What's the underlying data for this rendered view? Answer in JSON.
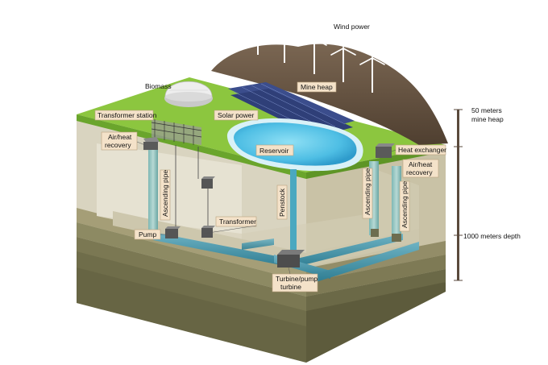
{
  "labels": {
    "wind_power": "Wind power",
    "mine_heap": "Mine heap",
    "biomass": "Biomass",
    "transformer_station": "Transformer station",
    "solar_power": "Solar power",
    "air_heat_recovery_left": [
      "Air/heat",
      "recovery"
    ],
    "reservoir": "Reservoir",
    "heat_exchanger": "Heat exchanger",
    "air_heat_recovery_right": [
      "Air/heat",
      "recovery"
    ],
    "ascending_pipe_left": "Ascending pipe",
    "penstock": "Penstock",
    "ascending_pipe_right_1": "Ascending pipe",
    "ascending_pipe_right_2": "Ascending pipe",
    "transformer": "Transformer",
    "pump": "Pump",
    "turbine_pump_turbine": [
      "Turbine/pump",
      "turbine"
    ]
  },
  "scale": {
    "top_label": [
      "50 meters",
      "mine heap"
    ],
    "depth_label": "1000 meters depth"
  },
  "colors": {
    "grass": "#8cc63f",
    "grass_dark": "#6aa52c",
    "soil_top": "#d9d4c0",
    "soil_mid": "#bdb59a",
    "soil_deep": "#8d8a63",
    "rock": "#6f6d4a",
    "mine_heap": "#5a4a38",
    "water": "#5bc6e8",
    "pipe": "#3d8fa3",
    "label_fill": "#f4e2c9"
  }
}
